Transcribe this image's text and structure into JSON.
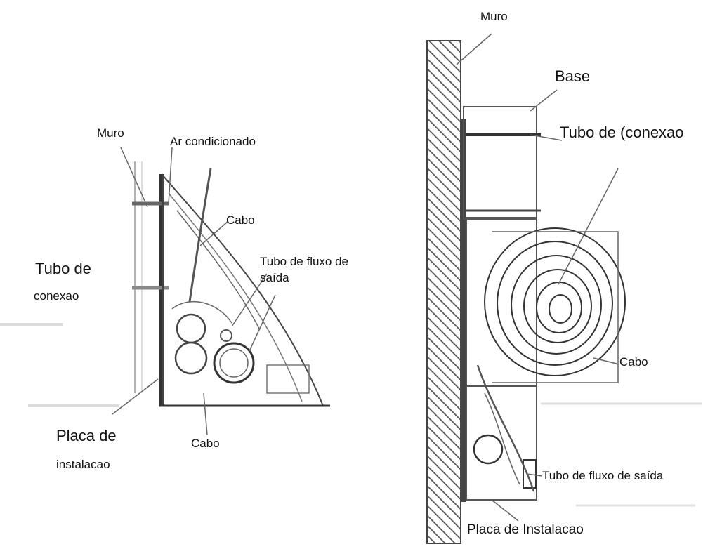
{
  "left_view": {
    "labels": {
      "wall": "Muro",
      "ac_unit": "Ar condicionado",
      "cable_top": "Cabo",
      "connection_tube_1": "Tubo de",
      "connection_tube_2": "conexao",
      "outflow_tube_1": "Tubo de fluxo de",
      "outflow_tube_2": "saída",
      "install_plate_1": "Placa de",
      "install_plate_2": "instalacao",
      "cable_bottom": "Cabo"
    }
  },
  "right_view": {
    "labels": {
      "wall": "Muro",
      "base": "Base",
      "connection_tube": "Tubo de (conexao",
      "cable": "Cabo",
      "outflow_tube": "Tubo de fluxo de saída",
      "install_plate": "Placa de Instalacao"
    }
  },
  "colors": {
    "ink": "#111111",
    "line": "#444444",
    "hatch": "#555555",
    "background": "#ffffff"
  }
}
